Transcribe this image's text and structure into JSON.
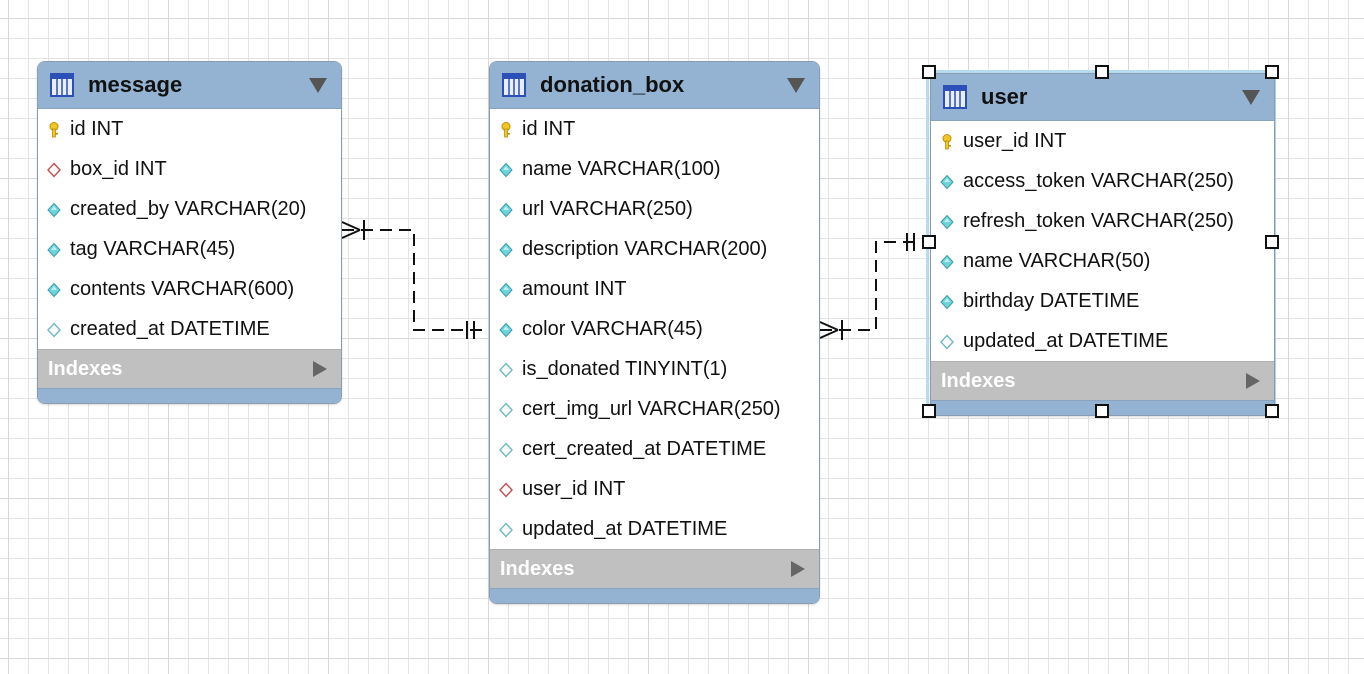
{
  "tables": {
    "message": {
      "title": "message",
      "columns": [
        {
          "label": "id INT",
          "icon": "primary-key-icon"
        },
        {
          "label": "box_id INT",
          "icon": "foreign-key-icon"
        },
        {
          "label": "created_by VARCHAR(20)",
          "icon": "not-null-column-icon"
        },
        {
          "label": "tag VARCHAR(45)",
          "icon": "not-null-column-icon"
        },
        {
          "label": "contents VARCHAR(600)",
          "icon": "not-null-column-icon"
        },
        {
          "label": "created_at DATETIME",
          "icon": "nullable-column-icon"
        }
      ],
      "indexes_label": "Indexes"
    },
    "donation_box": {
      "title": "donation_box",
      "columns": [
        {
          "label": "id INT",
          "icon": "primary-key-icon"
        },
        {
          "label": "name VARCHAR(100)",
          "icon": "not-null-column-icon"
        },
        {
          "label": "url VARCHAR(250)",
          "icon": "not-null-column-icon"
        },
        {
          "label": "description VARCHAR(200)",
          "icon": "not-null-column-icon"
        },
        {
          "label": "amount INT",
          "icon": "not-null-column-icon"
        },
        {
          "label": "color VARCHAR(45)",
          "icon": "not-null-column-icon"
        },
        {
          "label": "is_donated TINYINT(1)",
          "icon": "nullable-column-icon"
        },
        {
          "label": "cert_img_url VARCHAR(250)",
          "icon": "nullable-column-icon"
        },
        {
          "label": "cert_created_at DATETIME",
          "icon": "nullable-column-icon"
        },
        {
          "label": "user_id INT",
          "icon": "foreign-key-icon"
        },
        {
          "label": "updated_at DATETIME",
          "icon": "nullable-column-icon"
        }
      ],
      "indexes_label": "Indexes"
    },
    "user": {
      "title": "user",
      "columns": [
        {
          "label": "user_id INT",
          "icon": "primary-key-icon"
        },
        {
          "label": "access_token VARCHAR(250)",
          "icon": "not-null-column-icon"
        },
        {
          "label": "refresh_token VARCHAR(250)",
          "icon": "not-null-column-icon"
        },
        {
          "label": "name VARCHAR(50)",
          "icon": "not-null-column-icon"
        },
        {
          "label": "birthday DATETIME",
          "icon": "not-null-column-icon"
        },
        {
          "label": "updated_at DATETIME",
          "icon": "nullable-column-icon"
        }
      ],
      "indexes_label": "Indexes"
    }
  },
  "relationships": [
    {
      "from": "message",
      "to": "donation_box",
      "from_end": "one-or-many",
      "to_end": "exactly-one"
    },
    {
      "from": "donation_box",
      "to": "user",
      "from_end": "one-or-many",
      "to_end": "exactly-one"
    }
  ],
  "selected_table": "user",
  "colors": {
    "header": "#94b3d3",
    "indexes_bar": "#c0c0c0",
    "selection_glow": "#b6dcf0",
    "primary_key": "#f2c522",
    "not_null_column": "#6fd3dd",
    "foreign_key": "#c0504d"
  }
}
